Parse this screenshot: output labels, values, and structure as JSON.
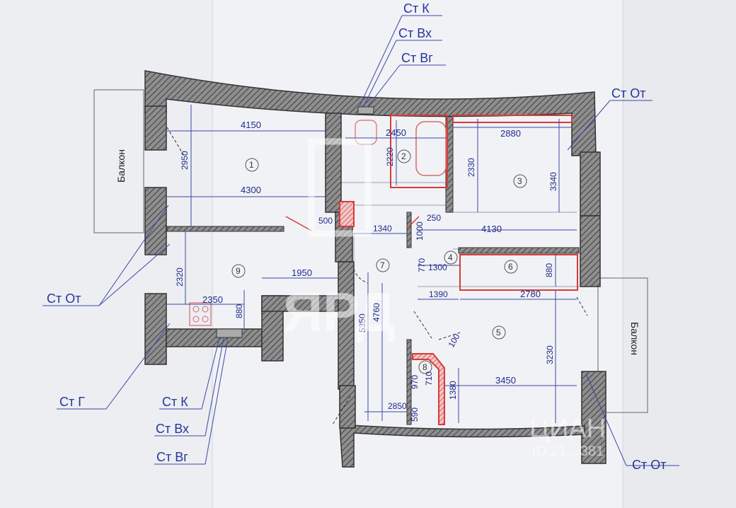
{
  "room_numbers": [
    "1",
    "2",
    "3",
    "4",
    "5",
    "6",
    "7",
    "8",
    "9"
  ],
  "dimensions": {
    "d4150": "4150",
    "d2950": "2950",
    "d4300": "4300",
    "d500": "500",
    "d2450": "2450",
    "d2220": "2220",
    "d2880": "2880",
    "d2330": "2330",
    "d3340": "3340",
    "d1340": "1340",
    "d1000": "1000",
    "d250": "250",
    "d4130": "4130",
    "d2320": "2320",
    "d1950": "1950",
    "d2350": "2350",
    "d880a": "880",
    "d1300": "1300",
    "d770": "770",
    "d880b": "880",
    "d1390": "1390",
    "d2780": "2780",
    "d5350": "5350",
    "d4760": "4760",
    "d3230": "3230",
    "d3450": "3450",
    "d1380": "1380",
    "d710": "710",
    "d970": "970",
    "d2850": "2850",
    "d590": "590",
    "d100": "100"
  },
  "labels": {
    "st_k_top": "Ст К",
    "st_vx_top": "Ст Вх",
    "st_vg_top": "Ст Вг",
    "st_ot_top": "Ст От",
    "st_ot_left": "Ст От",
    "st_g": "Ст Г",
    "st_k_bottom": "Ст К",
    "st_vx_bottom": "Ст Вх",
    "st_vg_bottom": "Ст Вг",
    "st_ot_bottom": "Ст От"
  },
  "balcony": {
    "left": "Балкон",
    "right": "Балкон"
  },
  "watermark": {
    "top": "ЯРД",
    "cian": "ЦИАН",
    "id": "ID 21…381"
  },
  "colors": {
    "wall": "#555",
    "dim": "#1f2b8a",
    "label": "#27359a",
    "red": "#d83a3a",
    "paper": "#e9ebef"
  }
}
